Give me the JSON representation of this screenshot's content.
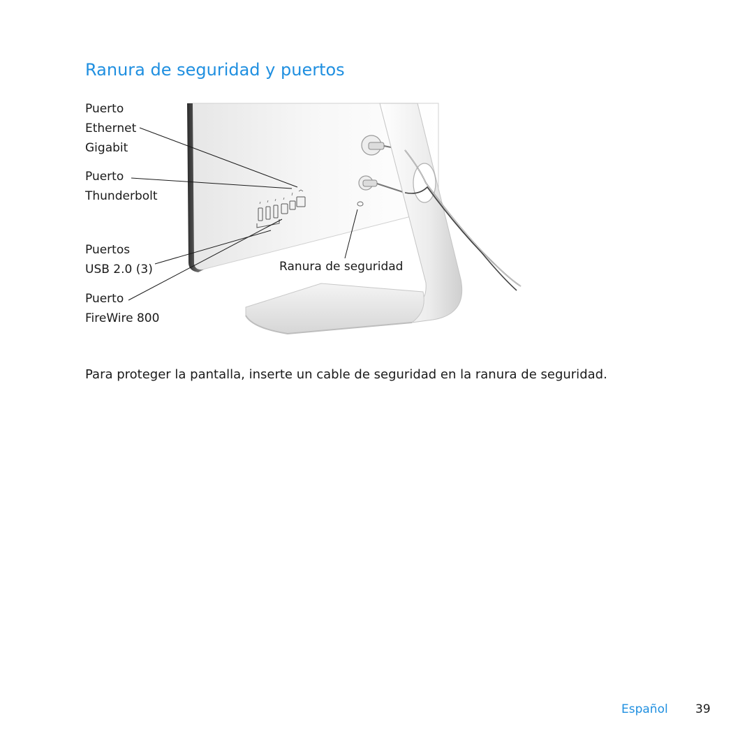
{
  "page": {
    "title": "Ranura de seguridad y puertos",
    "body": "Para proteger la pantalla, inserte un cable de seguridad en la ranura de seguridad."
  },
  "figure": {
    "callouts": {
      "ethernet": [
        "Puerto",
        "Ethernet",
        "Gigabit"
      ],
      "thunderbolt": [
        "Puerto",
        "Thunderbolt"
      ],
      "usb": [
        "Puertos",
        "USB 2.0 (3)"
      ],
      "firewire": [
        "Puerto",
        "FireWire 800"
      ],
      "security_slot": "Ranura de seguridad"
    }
  },
  "footer": {
    "language": "Español",
    "page_number": "39"
  },
  "colors": {
    "accent": "#1f8fe0",
    "text": "#1a1a1a"
  }
}
